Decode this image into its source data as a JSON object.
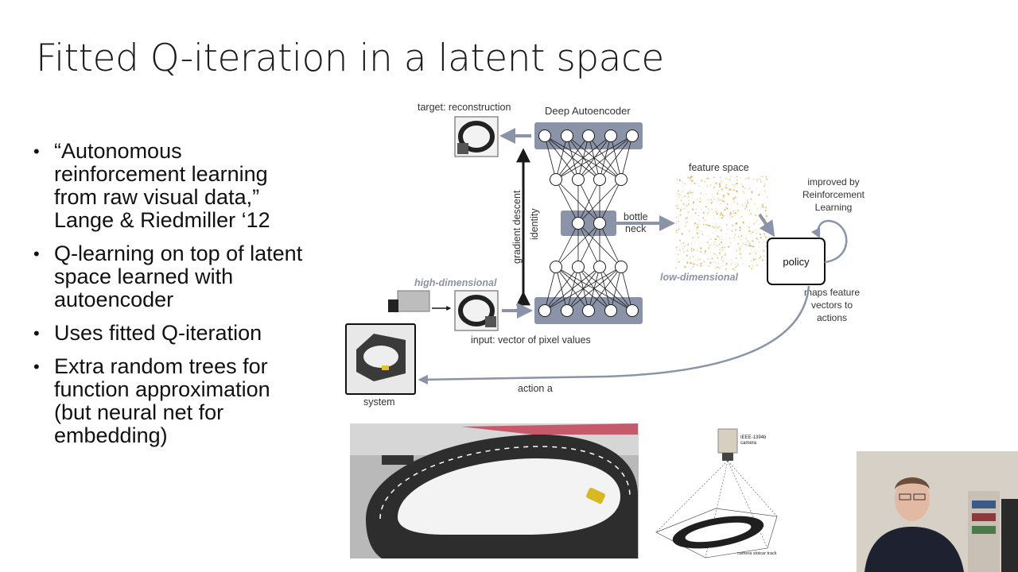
{
  "slide": {
    "title": "Fitted Q-iteration in a latent space",
    "bullets": [
      "“Autonomous reinforcement learning from raw visual data,” Lange & Riedmiller ‘12",
      "Q-learning on top of latent space learned with autoencoder",
      "Uses fitted Q-iteration",
      "Extra random trees for function approximation (but neural net for embedding)"
    ]
  },
  "diagram": {
    "target_label": "target: reconstruction",
    "autoencoder_label": "Deep Autoencoder",
    "gradient_label": "gradient descent",
    "identity_label": "identity",
    "bottle_label": "bottle",
    "neck_label": "neck",
    "feature_space_label": "feature space",
    "low_dim_label": "low-dimensional",
    "high_dim_label": "high-dimensional",
    "input_label": "input: vector of pixel values",
    "improved_line1": "improved by",
    "improved_line2": "Reinforcement",
    "improved_line3": "Learning",
    "policy_label": "policy",
    "maps_line1": "maps feature",
    "maps_line2": "vectors to",
    "maps_line3": "actions",
    "action_label": "action a",
    "system_label": "system"
  },
  "camera_diagram": {
    "camera_label_line1": "IEEE-1394b",
    "camera_label_line2": "camera",
    "track_label": "camera slotcar track"
  },
  "colors": {
    "arrow": "#8a93a8",
    "layer_box": "#8a93a8",
    "feature_dots": "#d9b25c",
    "dim_label": "#8a93a8"
  }
}
